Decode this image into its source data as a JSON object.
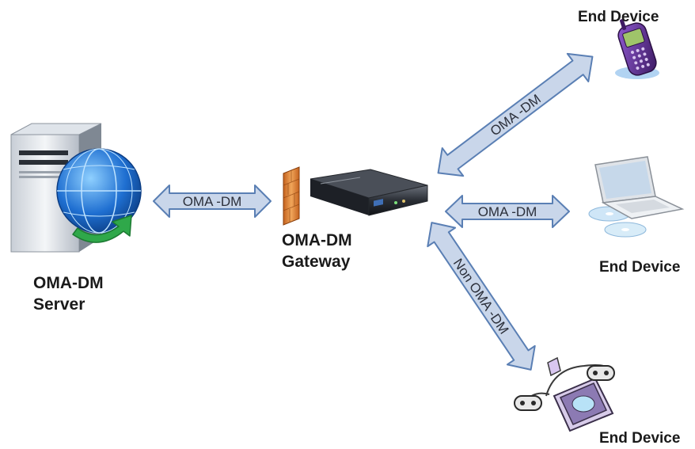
{
  "nodes": {
    "server": {
      "label_line1": "OMA-DM",
      "label_line2": "Server",
      "icon": "server-globe-icon"
    },
    "gateway": {
      "label_line1": "OMA-DM",
      "label_line2": "Gateway",
      "icon": "gateway-firewall-icon"
    },
    "phone": {
      "label": "End Device",
      "icon": "mobile-phone-icon"
    },
    "laptop": {
      "label": "End Device",
      "icon": "laptop-icon"
    },
    "console": {
      "label": "End Device",
      "icon": "game-console-icon"
    }
  },
  "links": [
    {
      "id": "server-gateway",
      "label": "OMA -DM"
    },
    {
      "id": "gateway-phone",
      "label": "OMA -DM"
    },
    {
      "id": "gateway-laptop",
      "label": "OMA -DM"
    },
    {
      "id": "gateway-console",
      "label": "Non OMA -DM"
    }
  ],
  "colors": {
    "arrow_fill": "#c9d6ea",
    "arrow_stroke": "#5a7fb4",
    "firewall": "#e08a3c",
    "server_body": "#e9edf2",
    "phone_body": "#5a2c8a",
    "globe": "#1f6fd1",
    "refresh_arrow": "#2fa84a"
  }
}
